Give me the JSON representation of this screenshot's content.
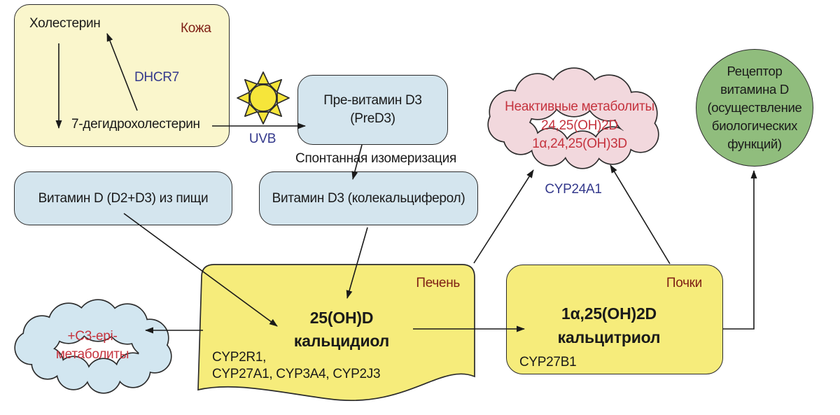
{
  "skin": {
    "organ": "Кожа",
    "cholesterol": "Холестерин",
    "dehydrocholesterol": "7-дегидрохолестерин",
    "enzyme": "DHCR7"
  },
  "sun": {
    "label": "UVB"
  },
  "previtamin_box": {
    "line1": "Пре-витамин D3",
    "line2": "(PreD3)"
  },
  "isomerization_label": "Спонтанная изомеризация",
  "food_box": {
    "label": "Витамин D (D2+D3) из пищи"
  },
  "d3_box": {
    "label": "Витамин D3 (колекальциферол)"
  },
  "liver": {
    "organ": "Печень",
    "metabolite": "25(OH)D",
    "metabolite_name": "кальцидиол",
    "enzymes_line1": "CYP2R1,",
    "enzymes_line2": "CYP27A1, CYP3A4, CYP2J3"
  },
  "kidneys": {
    "organ": "Почки",
    "metabolite": "1α,25(OH)2D",
    "metabolite_name": "кальцитриол",
    "enzyme": "CYP27B1"
  },
  "inactive_cloud": {
    "line1": "Неактивные метаболиты",
    "line2": "24,25(OH)2D",
    "line3": "1α,24,25(OH)3D",
    "enzyme": "CYP24A1"
  },
  "epi_cloud": {
    "line1": "+C3-epi-",
    "line2": "метаболиты"
  },
  "receptor": {
    "line1": "Рецептор",
    "line2": "витамина D",
    "line3": "(осуществление",
    "line4": "биологических",
    "line5": "функций)"
  },
  "colors": {
    "skin_box_fill": "#faf6cc",
    "organ_box_fill": "#f6ec7b",
    "process_box_fill": "#d4e5ee",
    "inactive_cloud_fill": "#f2d8dd",
    "epi_cloud_fill": "#d2e6f0",
    "receptor_fill": "#90bd7d",
    "sun_fill": "#f6e53a",
    "organ_label_color": "#7e1f14",
    "enzyme_label_color": "#34398c",
    "warning_text_color": "#c5333e",
    "outline": "#2b2b2b"
  }
}
